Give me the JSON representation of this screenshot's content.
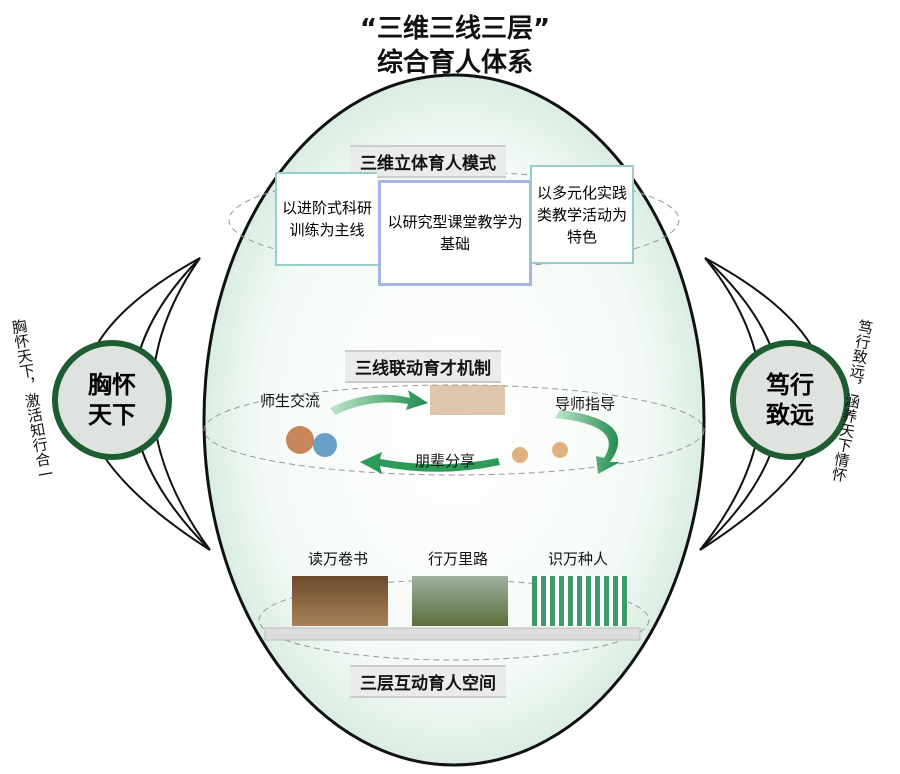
{
  "title": {
    "line1": "“三维三线三层”",
    "line2": "综合育人体系"
  },
  "section1": {
    "header": "三维立体育人模式",
    "left": "以进阶式科研训练为主线",
    "center": "以研究型课堂教学为基础",
    "right": "以多元化实践类教学活动为特色"
  },
  "section2": {
    "header": "三线联动育才机制",
    "teacher_student": "师生交流",
    "mentor": "导师指导",
    "peer": "朋辈分享"
  },
  "section3": {
    "header": "三层互动育人空间",
    "items": [
      "读万卷书",
      "行万里路",
      "识万种人"
    ]
  },
  "left": {
    "circle": "胸怀天下",
    "arc": "胸怀天下，激活知行合一"
  },
  "right": {
    "circle": "笃行致远",
    "arc": "笃行致远，涵养天下情怀"
  },
  "colors": {
    "green": "#1e5c32",
    "arrow": "#2e9a5a"
  }
}
